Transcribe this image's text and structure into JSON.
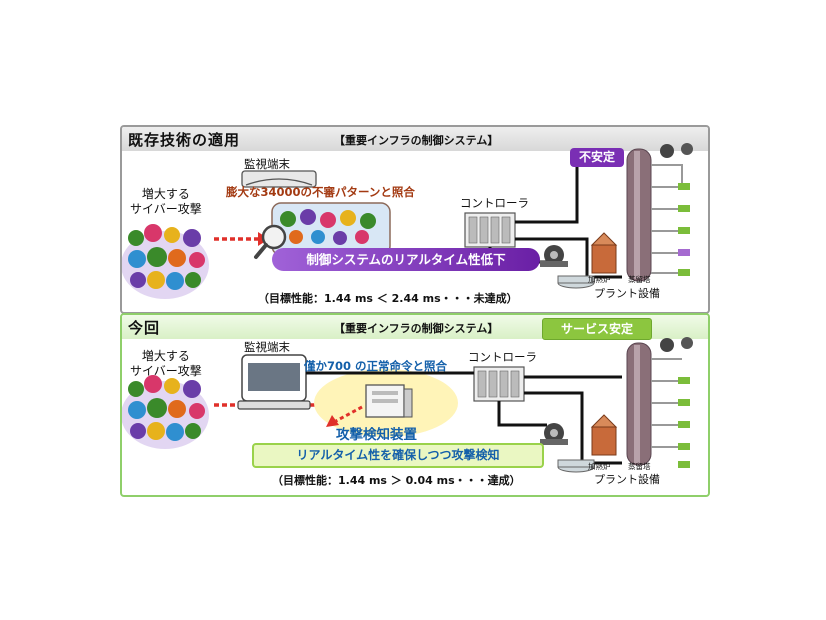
{
  "existing": {
    "heading": "既存技術の適用",
    "system_title": "【重要インフラの制御システム】",
    "attack_label_line1": "増大する",
    "attack_label_line2": "サイバー攻撃",
    "monitor_label": "監視端末",
    "pattern_label": "膨大な34000の不審パターンと照合",
    "controller_label": "コントローラ",
    "status_badge": "不安定",
    "realtime_banner": "制御システムのリアルタイム性低下",
    "heater_label": "加熱炉",
    "tower_label": "蒸留塔",
    "plant_label": "プラント設備",
    "performance": "（目標性能：1.44 ms ＜ 2.44 ms・・・未達成）"
  },
  "proposed": {
    "heading": "今回",
    "system_title": "【重要インフラの制御システム】",
    "status_badge": "サービス安定",
    "attack_label_line1": "増大する",
    "attack_label_line2": "サイバー攻撃",
    "monitor_label": "監視端末",
    "command_label": "僅か700 の正常命令と照合",
    "controller_label": "コントローラ",
    "detector_label": "攻撃検知装置",
    "detection_banner": "リアルタイム性を確保しつつ攻撃検知",
    "heater_label": "加熱炉",
    "tower_label": "蒸留塔",
    "plant_label": "プラント設備",
    "performance": "（目標性能：1.44 ms ＞ 0.04 ms・・・達成）"
  },
  "colors": {
    "virus_palette": [
      "#3a8a2a",
      "#d8376a",
      "#e7b21c",
      "#6a3da8",
      "#2f8fd0",
      "#e06a1c"
    ],
    "unstable_badge": "#7a2fb4",
    "stable_badge": "#8cc63f",
    "attack_arrow": "#e0302a",
    "pipe": "#111111",
    "column": "#8a6f78"
  }
}
